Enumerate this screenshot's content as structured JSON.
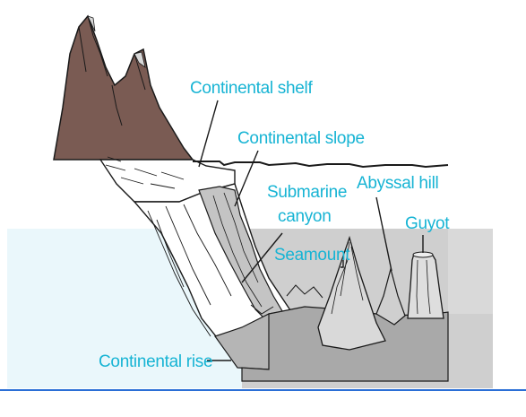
{
  "labels": {
    "continental_shelf": "Continental shelf",
    "continental_slope": "Continental slope",
    "submarine_canyon_line1": "Submarine",
    "submarine_canyon_line2": "canyon",
    "abyssal_hill": "Abyssal hill",
    "guyot": "Guyot",
    "seamount": "Seamount",
    "continental_rise": "Continental rise"
  },
  "colors": {
    "label_text": "#17b4d4",
    "mountain": "#7a5b53",
    "seafloor_gray": "#a9a9a9",
    "bottom_rule": "#2b6fd6",
    "ocean_pale": "#eaf7fb"
  }
}
